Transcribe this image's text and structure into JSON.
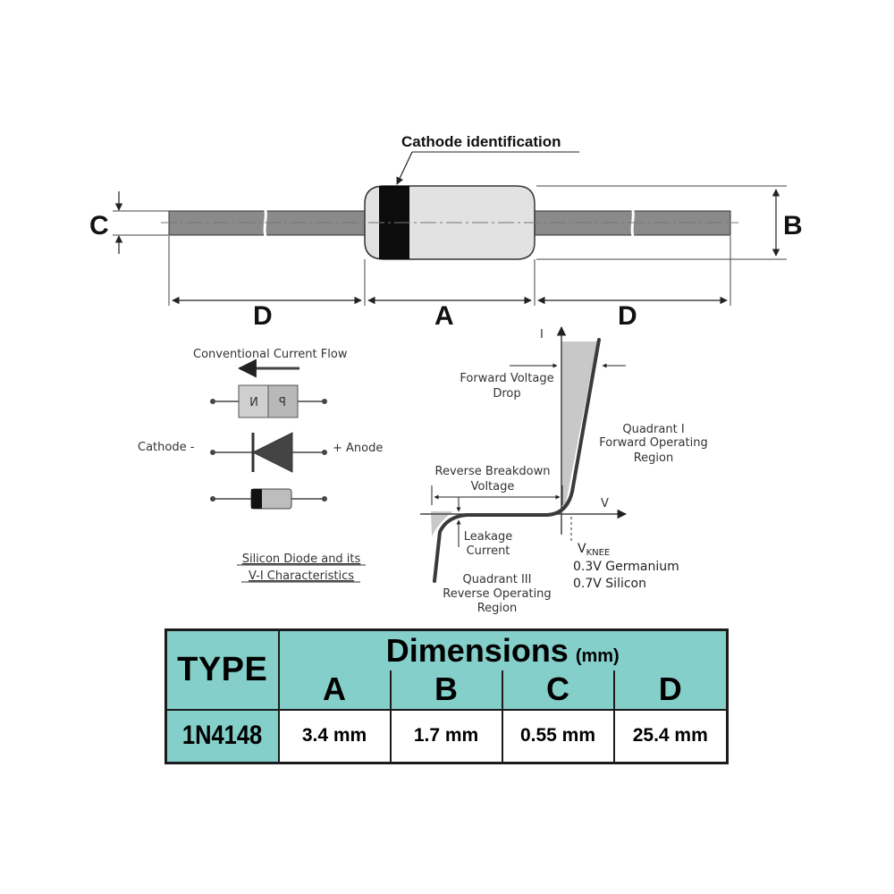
{
  "package": {
    "cathode_label": "Cathode identification",
    "dim_labels": {
      "A": "A",
      "B": "B",
      "C": "C",
      "D_left": "D",
      "D_right": "D"
    }
  },
  "symbols": {
    "current_flow": "Conventional Current Flow",
    "n_label": "N",
    "p_label": "P",
    "cathode": "Cathode -",
    "anode": "+ Anode",
    "caption_line1": "Silicon Diode and its",
    "caption_line2": "V-I Characteristics"
  },
  "vi_curve": {
    "axis_i": "I",
    "axis_v": "V",
    "forward_drop_1": "Forward Voltage",
    "forward_drop_2": "Drop",
    "q1_line1": "Quadrant I",
    "q1_line2": "Forward Operating",
    "q1_line3": "Region",
    "breakdown_1": "Reverse Breakdown",
    "breakdown_2": "Voltage",
    "leakage_1": "Leakage",
    "leakage_2": "Current",
    "q3_line1": "Quadrant III",
    "q3_line2": "Reverse Operating",
    "q3_line3": "Region",
    "vknee": "V",
    "vknee_sub": "KNEE",
    "germanium": "0.3V Germanium",
    "silicon": "0.7V Silicon"
  },
  "table": {
    "type_header": "TYPE",
    "dimensions_header": "Dimensions",
    "unit": "(mm)",
    "columns": [
      "A",
      "B",
      "C",
      "D"
    ],
    "rows": [
      {
        "type": "1N4148",
        "values": [
          "3.4 mm",
          "1.7 mm",
          "0.55 mm",
          "25.4 mm"
        ]
      }
    ]
  },
  "colors": {
    "lead": "#8a8a8a",
    "body": "#e2e2e2",
    "band": "#0c0c0c",
    "table_teal": "#84cfc9"
  }
}
